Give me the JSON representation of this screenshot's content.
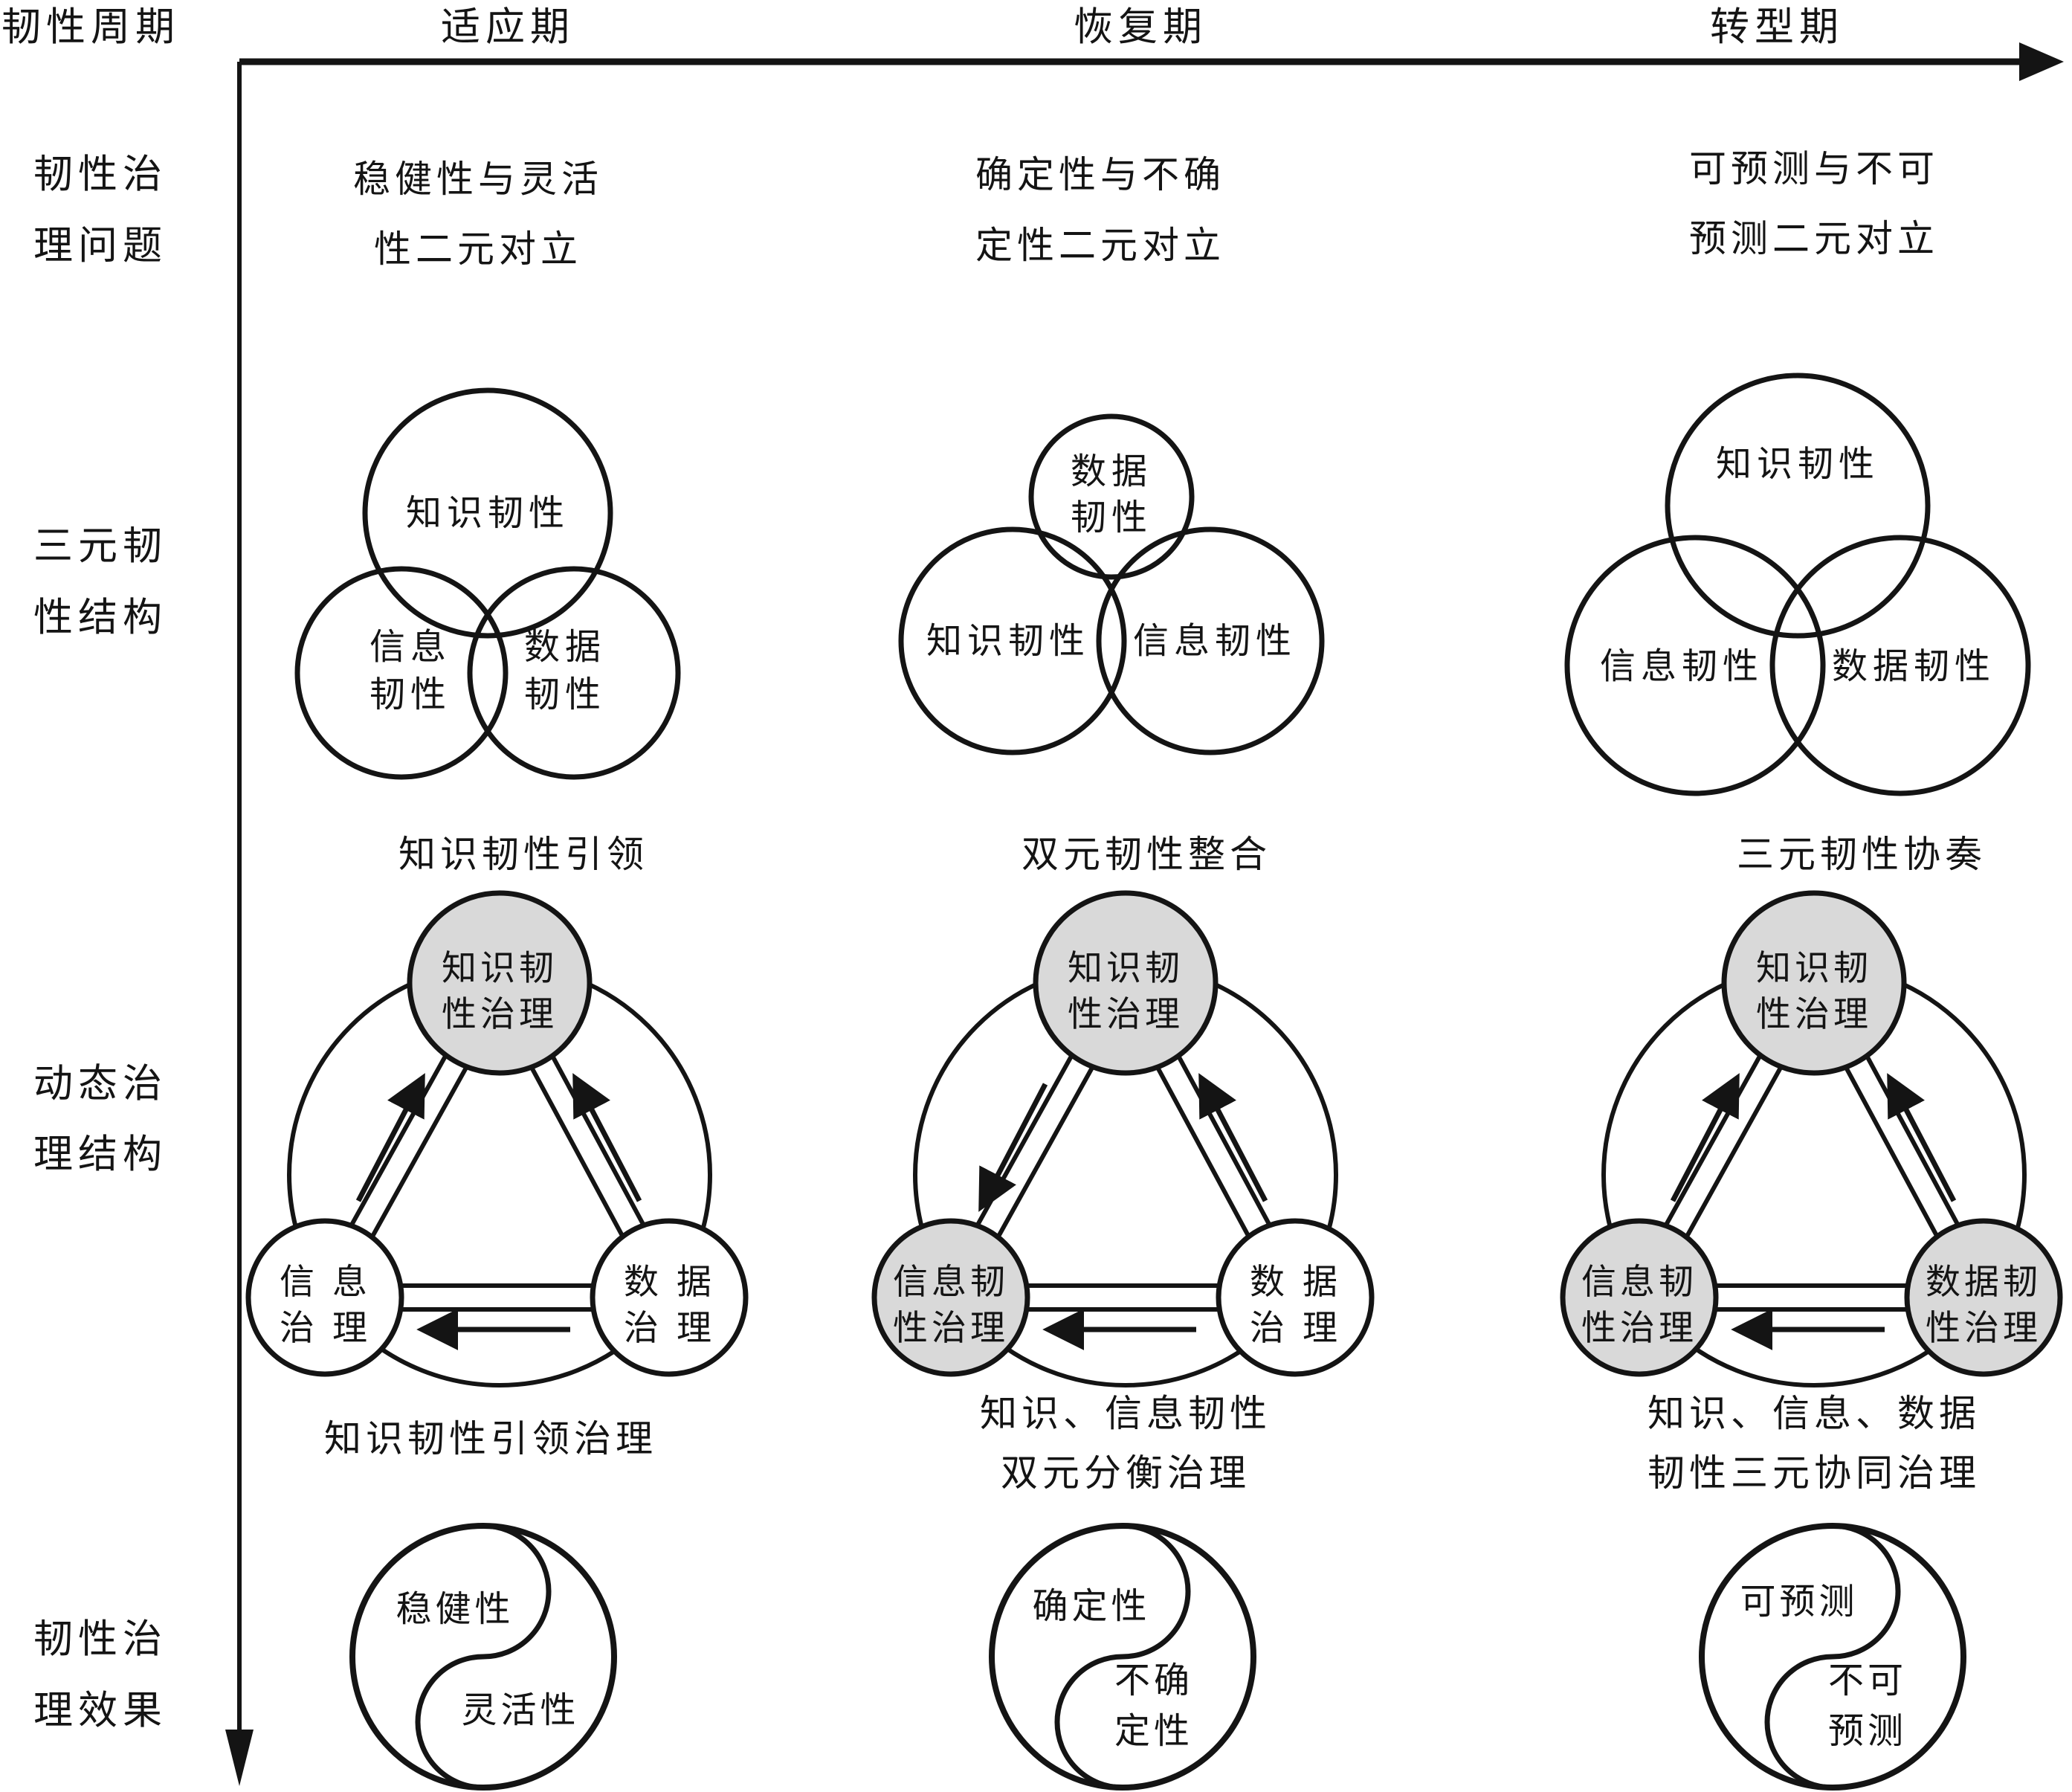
{
  "axis": {
    "corner_label": "韧性周期",
    "row_labels": [
      [
        "韧性治",
        "理问题"
      ],
      [
        "三元韧",
        "性结构"
      ],
      [
        "动态治",
        "理结构"
      ],
      [
        "韧性治",
        "理效果"
      ]
    ]
  },
  "columns": [
    {
      "header": "适应期",
      "problem": [
        "稳健性与灵活",
        "性二元对立"
      ],
      "venn": {
        "top": [
          "知识韧性"
        ],
        "left": [
          "信息",
          "韧性"
        ],
        "right": [
          "数据",
          "韧性"
        ]
      },
      "dynamic": {
        "title": "知识韧性引领",
        "top_node": [
          "知识韧",
          "性治理"
        ],
        "left_node": [
          "信息",
          "治理"
        ],
        "right_node": [
          "数据",
          "治理"
        ],
        "shaded": {
          "top": true,
          "left": false,
          "right": false
        },
        "arrows": {
          "left_edge": "up",
          "right_edge": "up",
          "bottom_edge": "left"
        },
        "caption": [
          "知识韧性引领治理"
        ]
      },
      "effect": {
        "upper": [
          "稳健性"
        ],
        "lower": [
          "灵活性"
        ]
      }
    },
    {
      "header": "恢复期",
      "problem": [
        "确定性与不确",
        "定性二元对立"
      ],
      "venn": {
        "top": [
          "数据",
          "韧性"
        ],
        "left": [
          "知识韧性"
        ],
        "right": [
          "信息韧性"
        ]
      },
      "dynamic": {
        "title": "双元韧性整合",
        "top_node": [
          "知识韧",
          "性治理"
        ],
        "left_node": [
          "信息韧",
          "性治理"
        ],
        "right_node": [
          "数据",
          "治理"
        ],
        "shaded": {
          "top": true,
          "left": true,
          "right": false
        },
        "arrows": {
          "left_edge": "down",
          "right_edge": "up",
          "bottom_edge": "left"
        },
        "caption": [
          "知识、信息韧性",
          "双元分衡治理"
        ]
      },
      "effect": {
        "upper": [
          "确定性"
        ],
        "lower": [
          "不确",
          "定性"
        ]
      }
    },
    {
      "header": "转型期",
      "problem": [
        "可预测与不可",
        "预测二元对立"
      ],
      "venn": {
        "top": [
          "知识韧性"
        ],
        "left": [
          "信息韧性"
        ],
        "right": [
          "数据韧性"
        ]
      },
      "dynamic": {
        "title": "三元韧性协奏",
        "top_node": [
          "知识韧",
          "性治理"
        ],
        "left_node": [
          "信息韧",
          "性治理"
        ],
        "right_node": [
          "数据韧",
          "性治理"
        ],
        "shaded": {
          "top": true,
          "left": true,
          "right": true
        },
        "arrows": {
          "left_edge": "up",
          "right_edge": "up",
          "bottom_edge": "left"
        },
        "caption": [
          "知识、信息、数据",
          "韧性三元协同治理"
        ]
      },
      "effect": {
        "upper": [
          "可预测"
        ],
        "lower": [
          "不可",
          "预测"
        ]
      }
    }
  ],
  "colors": {
    "ink": "#141414",
    "node_shaded": "#d9d9d9",
    "node_plain": "#ffffff",
    "background": "#ffffff"
  }
}
